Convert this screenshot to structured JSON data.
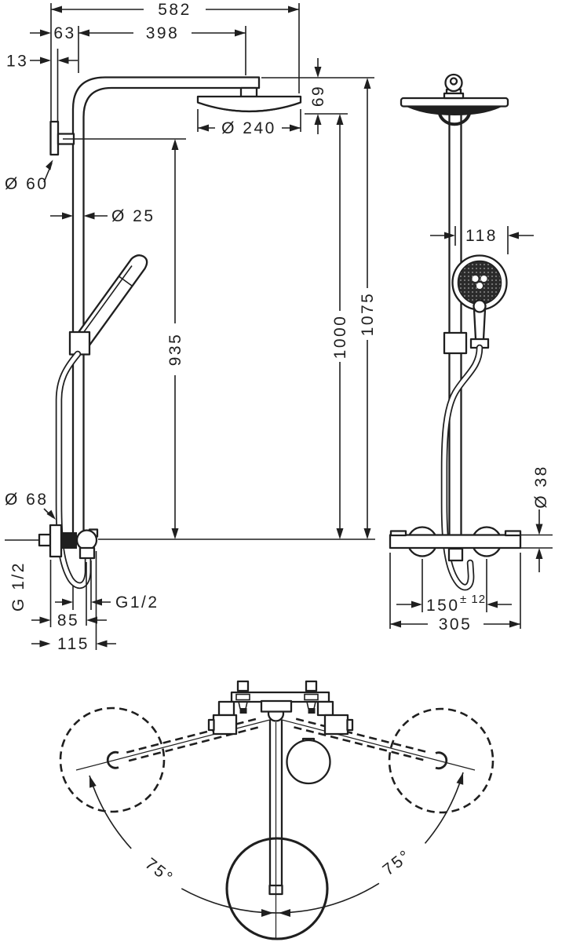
{
  "document": {
    "background": "#ffffff",
    "ink": "#1f1f1f"
  },
  "front_view": {
    "overall_projection": "582",
    "arm_length": "398",
    "pipe_offset": "63",
    "plate_thickness": "13",
    "head_drop": "69",
    "head_diameter": "Ø 240",
    "bracket_diameter": "Ø 60",
    "pipe_diameter": "Ø 25",
    "bracket_height": "935",
    "head_height": "1000",
    "total_height": "1075",
    "escutcheon_diameter": "Ø 68",
    "supply_thread": "G 1/2",
    "hose_thread": "G1/2",
    "wall_to_hose": "85",
    "wall_to_front": "115"
  },
  "side_view": {
    "handshower_offset": "118",
    "valve_diameter": "Ø 38",
    "connection_spacing": "150",
    "connection_tolerance": "± 12",
    "valve_width": "305"
  },
  "top_view": {
    "swivel_left": "75°",
    "swivel_right": "75°"
  }
}
